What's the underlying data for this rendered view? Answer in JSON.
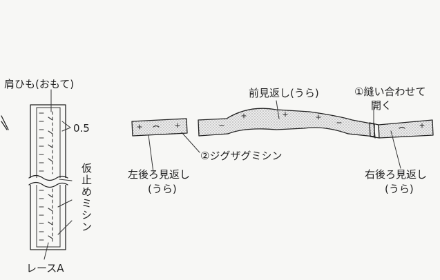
{
  "labels": {
    "strap": "肩ひも(おもて)",
    "dimension": "0.5",
    "baste_vertical": [
      "仮",
      "止",
      "め",
      "ミ",
      "シ",
      "ン"
    ],
    "lace": "レースA",
    "left_back_facing_line1": "左後ろ見返し",
    "left_back_facing_line2": "(うら)",
    "zigzag": "②ジグザグミシン",
    "front_facing": "前見返し(うら)",
    "step1_line1": "①縫い合わせて",
    "step1_line2": "開く",
    "right_back_facing_line1": "右後ろ見返し",
    "right_back_facing_line2": "(うら)"
  }
}
